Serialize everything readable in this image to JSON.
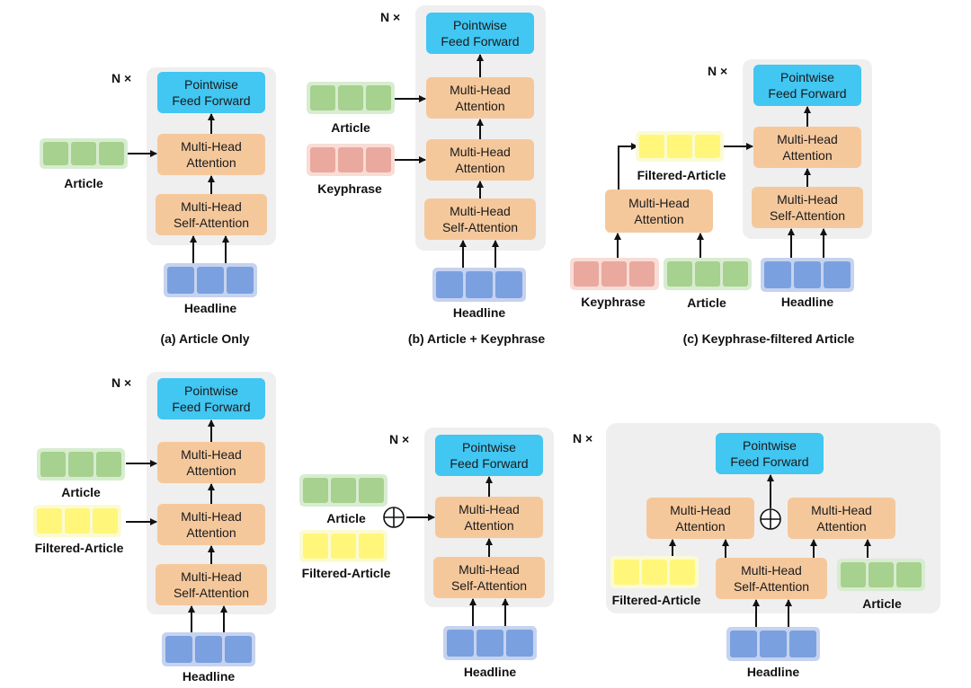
{
  "colors": {
    "panel": "#efefef",
    "attention": "#f5c89c",
    "feed_forward": "#42c6f2",
    "headline_outer": "#c6d3ef",
    "headline_cell": "#7aa0e0",
    "article_outer": "#d8ecd0",
    "article_cell": "#a6d18f",
    "keyphrase_outer": "#f9dcd6",
    "keyphrase_cell": "#e9a99e",
    "filtered_outer": "#fbfbd2",
    "filtered_cell": "#fff67a"
  },
  "blocks": {
    "repeat": "N ×",
    "ffn_line1": "Pointwise",
    "ffn_line2": "Feed Forward",
    "mha_line1": "Multi-Head",
    "mha_line2": "Attention",
    "self_line1": "Multi-Head",
    "self_line2": "Self-Attention"
  },
  "inputs": {
    "headline": "Headline",
    "article": "Article",
    "keyphrase": "Keyphrase",
    "filtered_article": "Filtered-Article"
  },
  "captions": {
    "a": "(a) Article Only",
    "b": "(b) Article + Keyphrase",
    "c": "(c) Keyphrase-filtered Article"
  },
  "symbols": {
    "oplus": "⊕"
  }
}
